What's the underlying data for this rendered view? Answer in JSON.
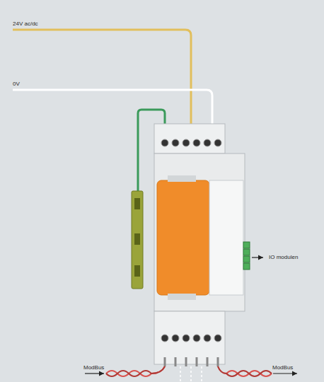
{
  "diagram": {
    "labels": [
      "24V ac/dc",
      "0V",
      "IO modulen",
      "ModBus",
      "ModBus"
    ]
  }
}
